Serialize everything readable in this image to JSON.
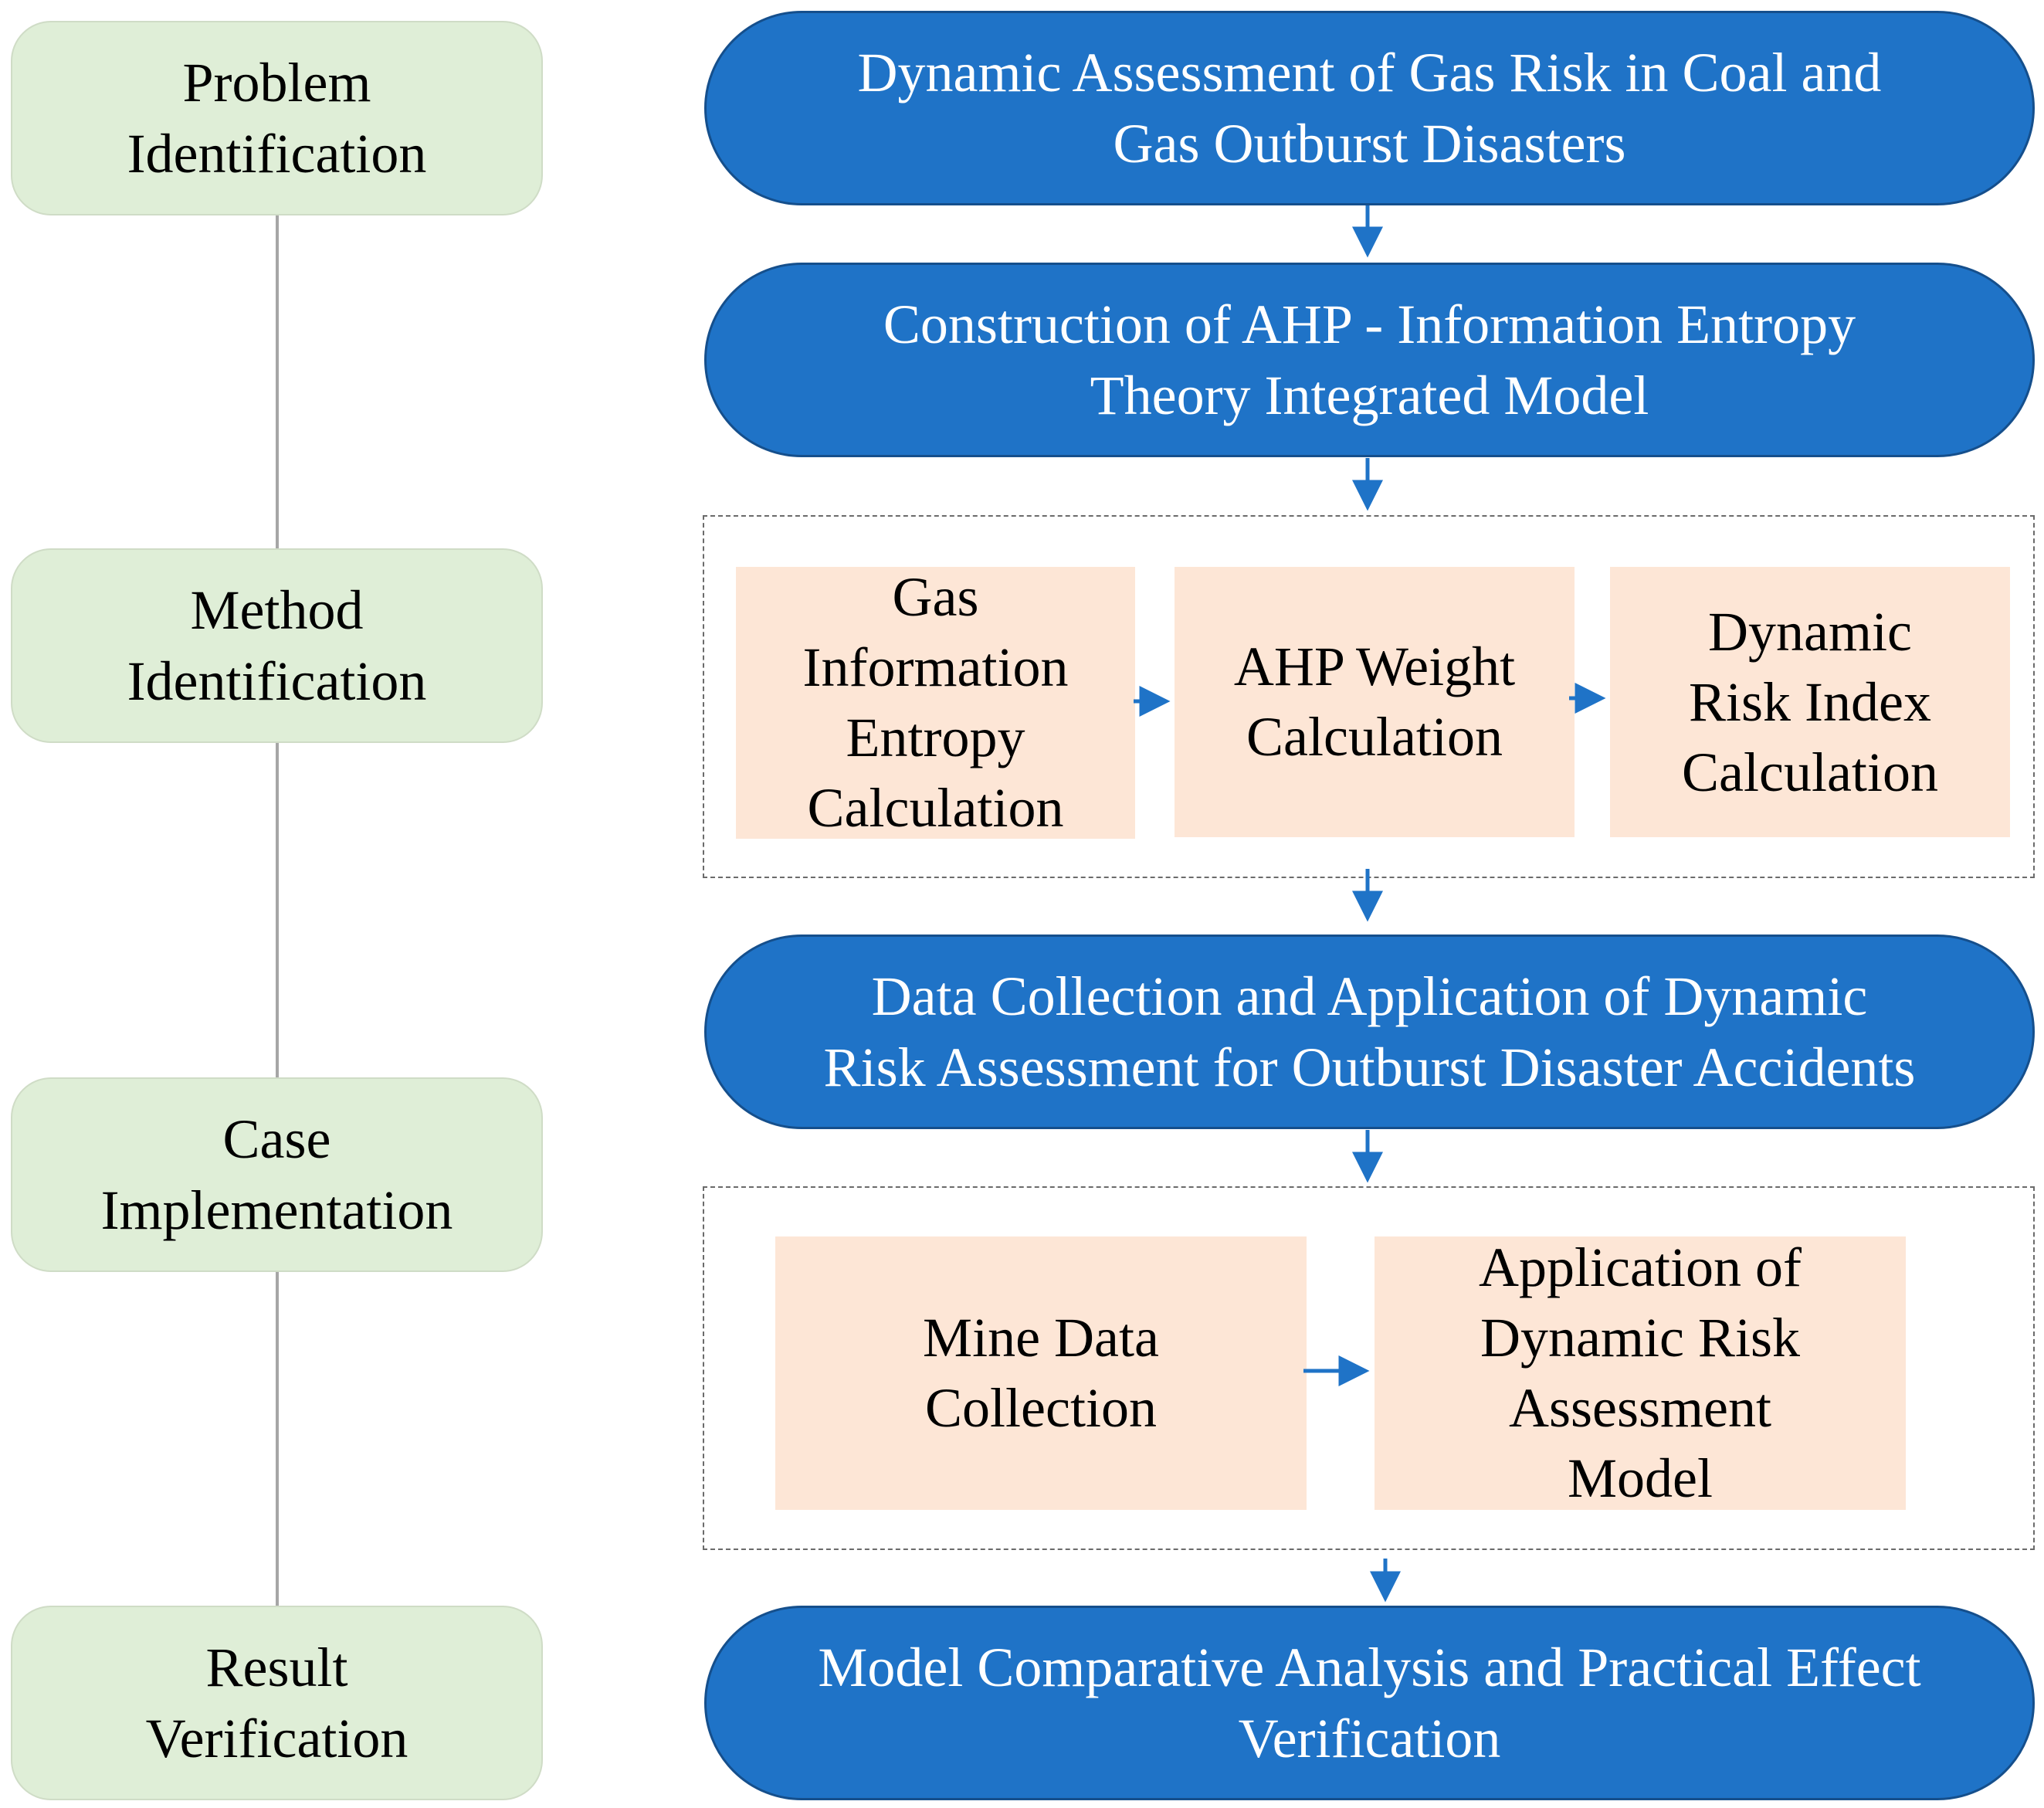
{
  "stages": {
    "problem": [
      "Problem",
      "Identification"
    ],
    "method": [
      "Method",
      "Identification"
    ],
    "case": [
      "Case",
      "Implementation"
    ],
    "result": [
      "Result",
      "Verification"
    ]
  },
  "flow": {
    "assessment": [
      "Dynamic Assessment of Gas Risk in Coal and",
      "Gas Outburst Disasters"
    ],
    "model_construction": [
      "Construction of AHP - Information Entropy",
      "Theory Integrated Model"
    ],
    "method_steps": {
      "entropy": [
        "Gas",
        "Information",
        "Entropy",
        "Calculation"
      ],
      "ahp": [
        "AHP Weight",
        "Calculation"
      ],
      "risk_index": [
        "Dynamic",
        "Risk Index",
        "Calculation"
      ]
    },
    "data_application": [
      "Data Collection and Application of Dynamic",
      "Risk Assessment for Outburst Disaster Accidents"
    ],
    "case_steps": {
      "mine_data": [
        "Mine Data",
        "Collection"
      ],
      "application": [
        "Application of",
        "Dynamic Risk",
        "Assessment",
        "Model"
      ]
    },
    "verification": [
      "Model Comparative Analysis and Practical Effect",
      "Verification"
    ]
  },
  "colors": {
    "stage_fill": "#dfeed7",
    "pill_fill": "#1f73c7",
    "step_fill": "#fde6d6",
    "arrow": "#1f73c7",
    "connector": "#a6a6a6"
  }
}
